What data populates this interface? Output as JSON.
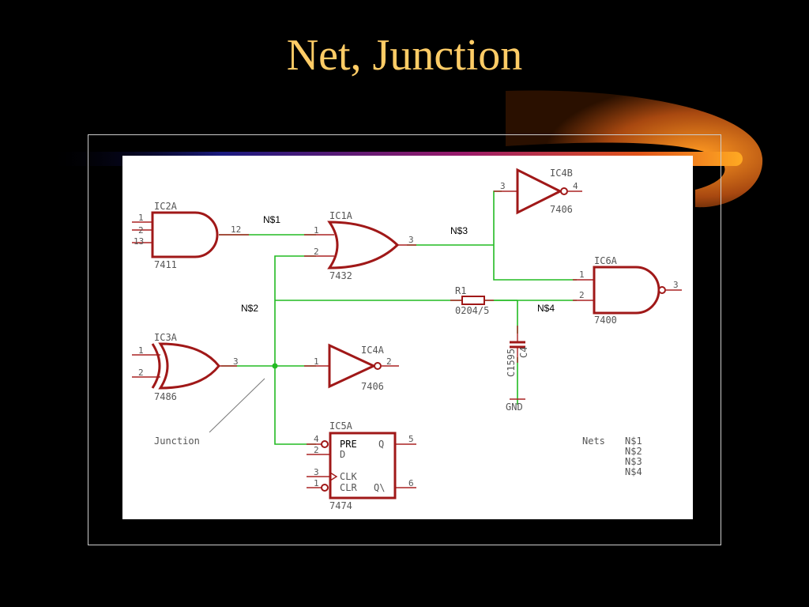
{
  "slide": {
    "title": "Net, Junction"
  },
  "theme": {
    "background": "#000000",
    "title_color": "#ffcc66",
    "wire_color": "#22bb22",
    "part_color": "#a01818"
  },
  "parts": {
    "ic2a": {
      "name": "IC2A",
      "value": "7411",
      "pins": [
        "1",
        "2",
        "13",
        "12"
      ]
    },
    "ic1a": {
      "name": "IC1A",
      "value": "7432",
      "pins": [
        "1",
        "2",
        "3"
      ]
    },
    "ic3a": {
      "name": "IC3A",
      "value": "7486",
      "pins": [
        "1",
        "2",
        "3"
      ]
    },
    "ic4a": {
      "name": "IC4A",
      "value": "7406",
      "pins": [
        "1",
        "2"
      ]
    },
    "ic4b": {
      "name": "IC4B",
      "value": "7406",
      "pins": [
        "3",
        "4"
      ]
    },
    "ic6a": {
      "name": "IC6A",
      "value": "7400",
      "pins": [
        "1",
        "2",
        "3"
      ]
    },
    "ic5a": {
      "name": "IC5A",
      "value": "7474",
      "pins": [
        "4",
        "2",
        "3",
        "1",
        "5",
        "6"
      ],
      "labels": [
        "PRE",
        "D",
        "CLK",
        "CLR",
        "Q",
        "Q\\"
      ]
    },
    "r1": {
      "name": "R1",
      "value": "0204/5"
    },
    "c4": {
      "name": "C4",
      "value": "C1595"
    },
    "gnd": {
      "name": "GND"
    }
  },
  "nets": {
    "n1": "N$1",
    "n2": "N$2",
    "n3": "N$3",
    "n4": "N$4"
  },
  "annotation": {
    "junction": "Junction"
  },
  "legend": {
    "title": "Nets",
    "items": [
      "N$1",
      "N$2",
      "N$3",
      "N$4"
    ]
  }
}
